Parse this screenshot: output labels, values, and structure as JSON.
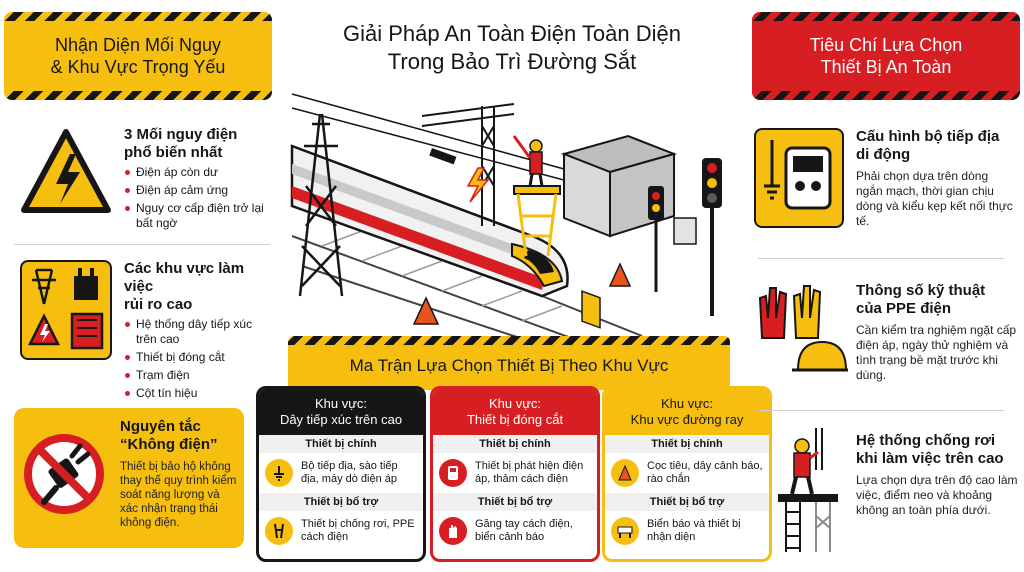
{
  "main_title": {
    "line1": "Giải Pháp An Toàn Điện Toàn Diện",
    "line2": "Trong Bảo Trì Đường Sắt"
  },
  "left_banner": {
    "line1": "Nhận Diện Mối Nguy",
    "line2": "& Khu Vực Trọng Yếu"
  },
  "right_banner": {
    "line1": "Tiêu Chí Lựa Chọn",
    "line2": "Thiết Bị An Toàn"
  },
  "left_items": [
    {
      "title_l1": "3 Mối nguy điện",
      "title_l2": "phổ biến nhất",
      "bullets": [
        "Điện áp còn dư",
        "Điện áp cảm ứng",
        "Nguy cơ cấp điện trở lại bất ngờ"
      ],
      "icon": "high-voltage-warning-icon"
    },
    {
      "title_l1": "Các khu vực làm việc",
      "title_l2": "rủi ro cao",
      "bullets": [
        "Hệ thống dây tiếp xúc trên cao",
        "Thiết bị đóng cắt",
        "Trạm điện",
        "Cột tín hiệu"
      ],
      "icon": "high-risk-areas-icon"
    }
  ],
  "principle": {
    "title_l1": "Nguyên tắc",
    "title_l2": "“Không điện”",
    "desc": "Thiết bị bảo hộ không thay thế quy trình kiểm soát năng lượng và xác nhận trạng thái không điện.",
    "icon": "no-power-plug-icon"
  },
  "right_items": [
    {
      "title_l1": "Cấu hình bộ tiếp địa",
      "title_l2": "di động",
      "desc": "Phải chọn dựa trên dòng ngắn mạch, thời gian chịu dòng và kiểu kẹp kết nối thực tế.",
      "icon": "portable-grounding-icon"
    },
    {
      "title_l1": "Thông số kỹ thuật",
      "title_l2": "của PPE điện",
      "desc": "Cần kiểm tra nghiệm ngặt cấp điện áp, ngày thử nghiệm và tình trạng bề mặt trước khi dùng.",
      "icon": "gloves-helmet-icon"
    },
    {
      "title_l1": "Hệ thống chống rơi",
      "title_l2": "khi làm việc trên cao",
      "desc": "Lựa chọn dựa trên độ cao làm việc, điểm neo và khoảng không an toàn phía dưới.",
      "icon": "fall-arrest-worker-icon"
    }
  ],
  "matrix": {
    "title": "Ma Trận Lựa Chọn Thiết Bị Theo Khu Vực",
    "main_label": "Thiết bị chính",
    "aux_label": "Thiết bị bổ trợ",
    "cards": [
      {
        "head_l1": "Khu vực:",
        "head_l2": "Dây tiếp xúc trên cao",
        "color": "#161616",
        "main": "Bộ tiếp địa, sào tiếp địa, máy dò điện áp",
        "aux": "Thiết bị chống rơi, PPE cách điện"
      },
      {
        "head_l1": "Khu vực:",
        "head_l2": "Thiết bị đóng cắt",
        "color": "#d71f23",
        "main": "Thiết bị phát hiện điện áp, thảm cách điện",
        "aux": "Găng tay cách điện, biển cảnh báo"
      },
      {
        "head_l1": "Khu vực:",
        "head_l2": "Khu vực đường ray",
        "color": "#f6bf10",
        "main": "Cọc tiêu, dây cảnh báo, rào chắn",
        "aux": "Biển báo và thiết bị nhận diện"
      }
    ]
  },
  "colors": {
    "yellow": "#f6bf10",
    "red": "#d71f23",
    "black": "#161616"
  }
}
